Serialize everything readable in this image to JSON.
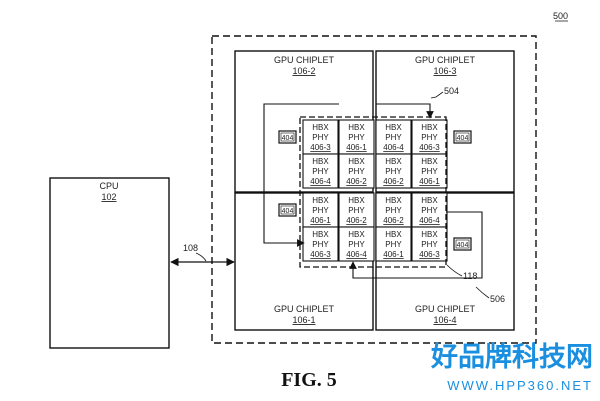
{
  "figure": {
    "ref": "500",
    "caption": "FIG. 5"
  },
  "cpu": {
    "label": "CPU",
    "ref": "102"
  },
  "link_ref": "108",
  "chiplets": [
    {
      "label": "GPU CHIPLET",
      "ref": "106-2"
    },
    {
      "label": "GPU CHIPLET",
      "ref": "106-3"
    },
    {
      "label": "GPU CHIPLET",
      "ref": "106-1"
    },
    {
      "label": "GPU CHIPLET",
      "ref": "106-4"
    }
  ],
  "phy_cells": [
    {
      "l1": "HBX",
      "l2": "PHY",
      "ref": "406-3"
    },
    {
      "l1": "HBX",
      "l2": "PHY",
      "ref": "406-1"
    },
    {
      "l1": "HBX",
      "l2": "PHY",
      "ref": "406-4"
    },
    {
      "l1": "HBX",
      "l2": "PHY",
      "ref": "406-3"
    },
    {
      "l1": "HBX",
      "l2": "PHY",
      "ref": "406-4"
    },
    {
      "l1": "HBX",
      "l2": "PHY",
      "ref": "406-2"
    },
    {
      "l1": "HBX",
      "l2": "PHY",
      "ref": "406-2"
    },
    {
      "l1": "HBX",
      "l2": "PHY",
      "ref": "406-1"
    },
    {
      "l1": "HBX",
      "l2": "PHY",
      "ref": "406-1"
    },
    {
      "l1": "HBX",
      "l2": "PHY",
      "ref": "406-2"
    },
    {
      "l1": "HBX",
      "l2": "PHY",
      "ref": "406-2"
    },
    {
      "l1": "HBX",
      "l2": "PHY",
      "ref": "406-4"
    },
    {
      "l1": "HBX",
      "l2": "PHY",
      "ref": "406-3"
    },
    {
      "l1": "HBX",
      "l2": "PHY",
      "ref": "406-4"
    },
    {
      "l1": "HBX",
      "l2": "PHY",
      "ref": "406-1"
    },
    {
      "l1": "HBX",
      "l2": "PHY",
      "ref": "406-3"
    }
  ],
  "boxes_404": [
    "404",
    "404",
    "404",
    "404"
  ],
  "callouts": {
    "c504": "504",
    "c118": "118",
    "c506": "506"
  },
  "watermark": {
    "main": "好品牌科技网",
    "url": "WWW.HPP360.NET"
  }
}
